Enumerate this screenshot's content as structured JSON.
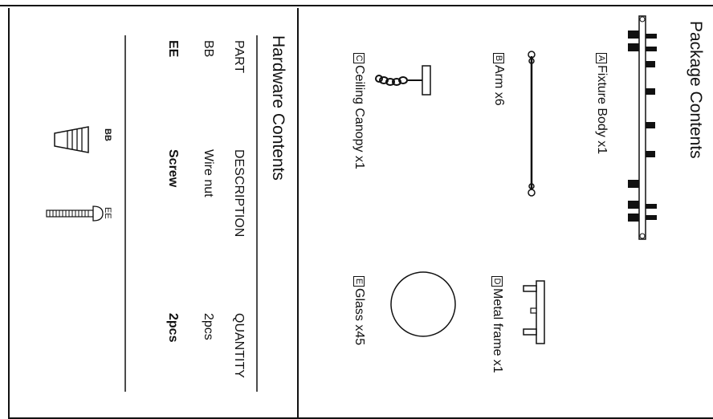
{
  "package": {
    "title": "Package Contents",
    "items": [
      {
        "letter": "A",
        "label": "Fixture Body x1"
      },
      {
        "letter": "B",
        "label": "Arm x6"
      },
      {
        "letter": "C",
        "label": "Ceiling Canopy x1"
      },
      {
        "letter": "D",
        "label": "Metal frame x1"
      },
      {
        "letter": "E",
        "label": "Glass x45"
      }
    ]
  },
  "hardware": {
    "title": "Hardware Contents",
    "headers": {
      "part": "PART",
      "description": "DESCRIPTION",
      "quantity": "QUANTITY"
    },
    "rows": [
      {
        "part": "BB",
        "description": "Wire nut",
        "quantity": "2pcs"
      },
      {
        "part": "EE",
        "description": "Screw",
        "quantity": "2pcs"
      }
    ],
    "icon_labels": {
      "wire_nut": "BB",
      "screw": "EE"
    }
  }
}
